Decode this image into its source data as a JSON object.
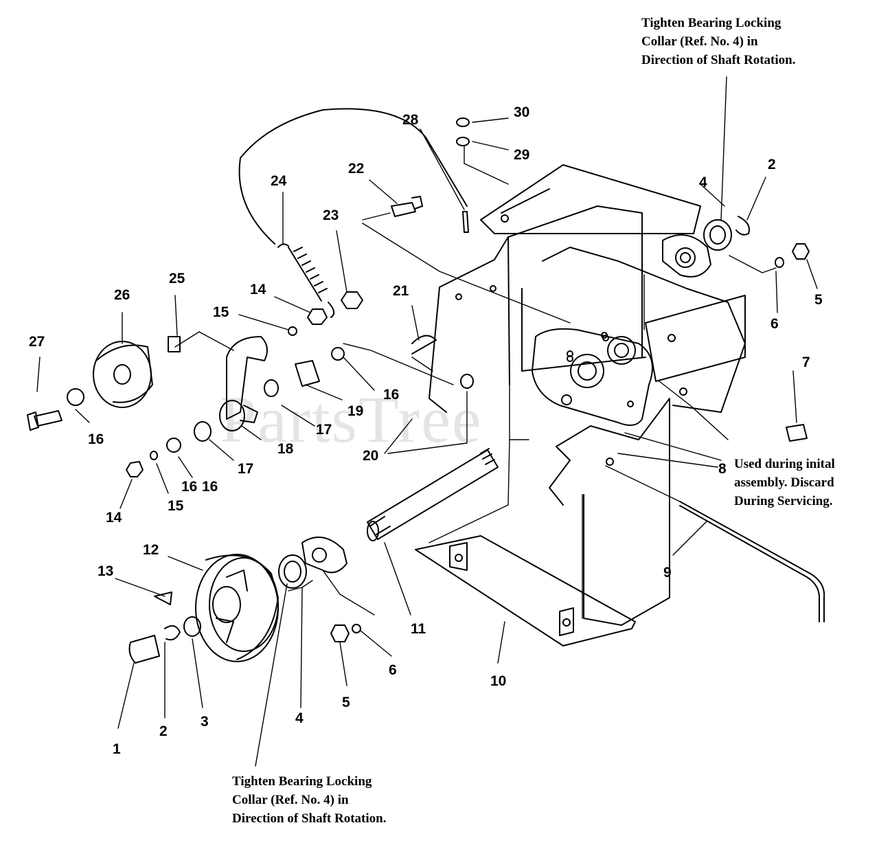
{
  "diagram": {
    "callouts": [
      {
        "id": "c30",
        "label": "30"
      },
      {
        "id": "c28",
        "label": "28"
      },
      {
        "id": "c29",
        "label": "29"
      },
      {
        "id": "c22",
        "label": "22"
      },
      {
        "id": "c24",
        "label": "24"
      },
      {
        "id": "c23",
        "label": "23"
      },
      {
        "id": "c2a",
        "label": "2"
      },
      {
        "id": "c4a",
        "label": "4"
      },
      {
        "id": "c25",
        "label": "25"
      },
      {
        "id": "c26",
        "label": "26"
      },
      {
        "id": "c14a",
        "label": "14"
      },
      {
        "id": "c21",
        "label": "21"
      },
      {
        "id": "c15a",
        "label": "15"
      },
      {
        "id": "c5a",
        "label": "5"
      },
      {
        "id": "c6a",
        "label": "6"
      },
      {
        "id": "c27",
        "label": "27"
      },
      {
        "id": "c7",
        "label": "7"
      },
      {
        "id": "c16a",
        "label": "16"
      },
      {
        "id": "c16b",
        "label": "16"
      },
      {
        "id": "c19",
        "label": "19"
      },
      {
        "id": "c16c",
        "label": "16"
      },
      {
        "id": "c17a",
        "label": "17"
      },
      {
        "id": "c18",
        "label": "18"
      },
      {
        "id": "c20",
        "label": "20"
      },
      {
        "id": "c8",
        "label": "8"
      },
      {
        "id": "c17b",
        "label": "17"
      },
      {
        "id": "c16d",
        "label": "16"
      },
      {
        "id": "c14b",
        "label": "14"
      },
      {
        "id": "c15b",
        "label": "15"
      },
      {
        "id": "c12",
        "label": "12"
      },
      {
        "id": "c9",
        "label": "9"
      },
      {
        "id": "c13",
        "label": "13"
      },
      {
        "id": "c11",
        "label": "11"
      },
      {
        "id": "c6b",
        "label": "6"
      },
      {
        "id": "c10",
        "label": "10"
      },
      {
        "id": "c5b",
        "label": "5"
      },
      {
        "id": "c3",
        "label": "3"
      },
      {
        "id": "c4b",
        "label": "4"
      },
      {
        "id": "c2b",
        "label": "2"
      },
      {
        "id": "c1",
        "label": "1"
      }
    ],
    "notes": {
      "top_right": [
        "Tighten Bearing Locking",
        "Collar (Ref. No. 4) in",
        "Direction of Shaft Rotation."
      ],
      "bottom_left": [
        "Tighten Bearing Locking",
        "Collar (Ref. No. 4) in",
        "Direction of Shaft Rotation."
      ],
      "right": [
        "Used during inital",
        "assembly. Discard",
        "During Servicing."
      ]
    },
    "watermark": "PartsTree"
  }
}
